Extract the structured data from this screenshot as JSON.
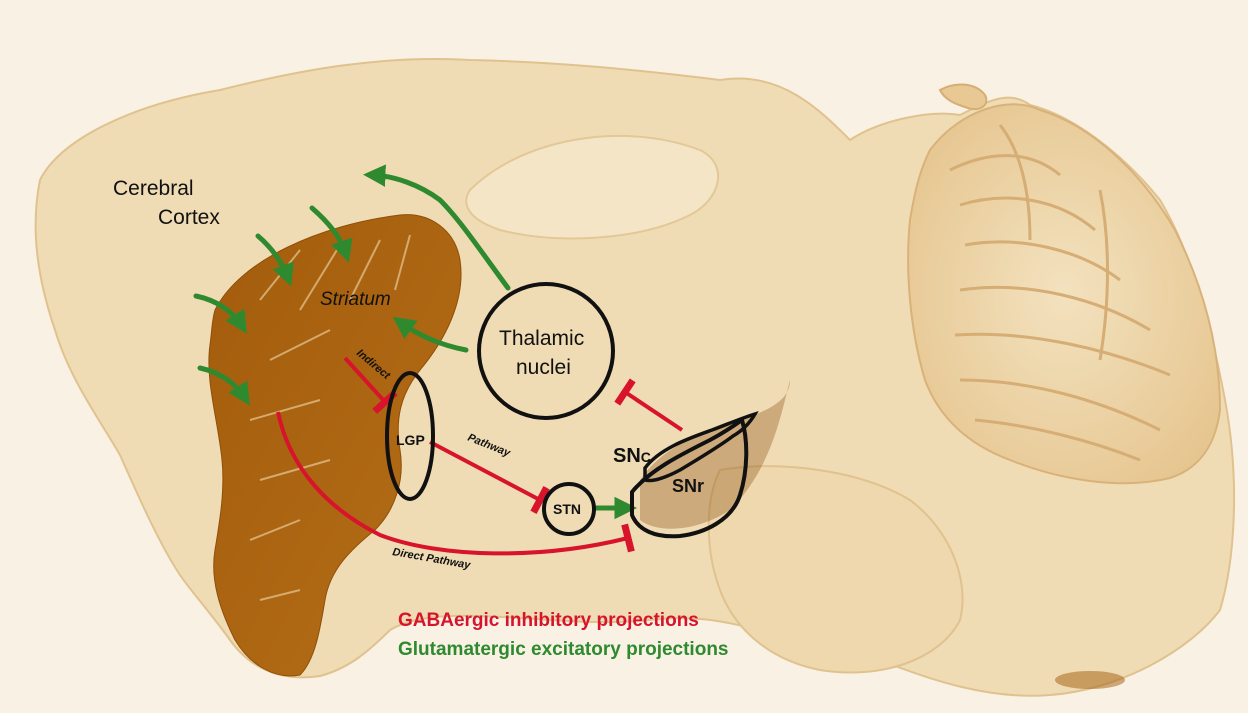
{
  "labels": {
    "cerebral": "Cerebral",
    "cortex": "Cortex",
    "striatum": "Striatum",
    "thalamic": "Thalamic",
    "nuclei": "nuclei",
    "lgp": "LGP",
    "stn": "STN",
    "snc_main": "SN",
    "snc_sub": "C",
    "snr": "SNr",
    "indirect": "Indirect",
    "pathway": "Pathway",
    "direct_pathway": "Direct Pathway"
  },
  "legend": {
    "gaba": "GABAergic inhibitory projections",
    "glutamate": "Glutamatergic excitatory projections"
  },
  "colors": {
    "inhibitory": "#d7142b",
    "excitatory": "#2f8a2f",
    "tissue": "#f0dcb4",
    "striatum": "#a9630f",
    "background": "#f8f1e4"
  }
}
